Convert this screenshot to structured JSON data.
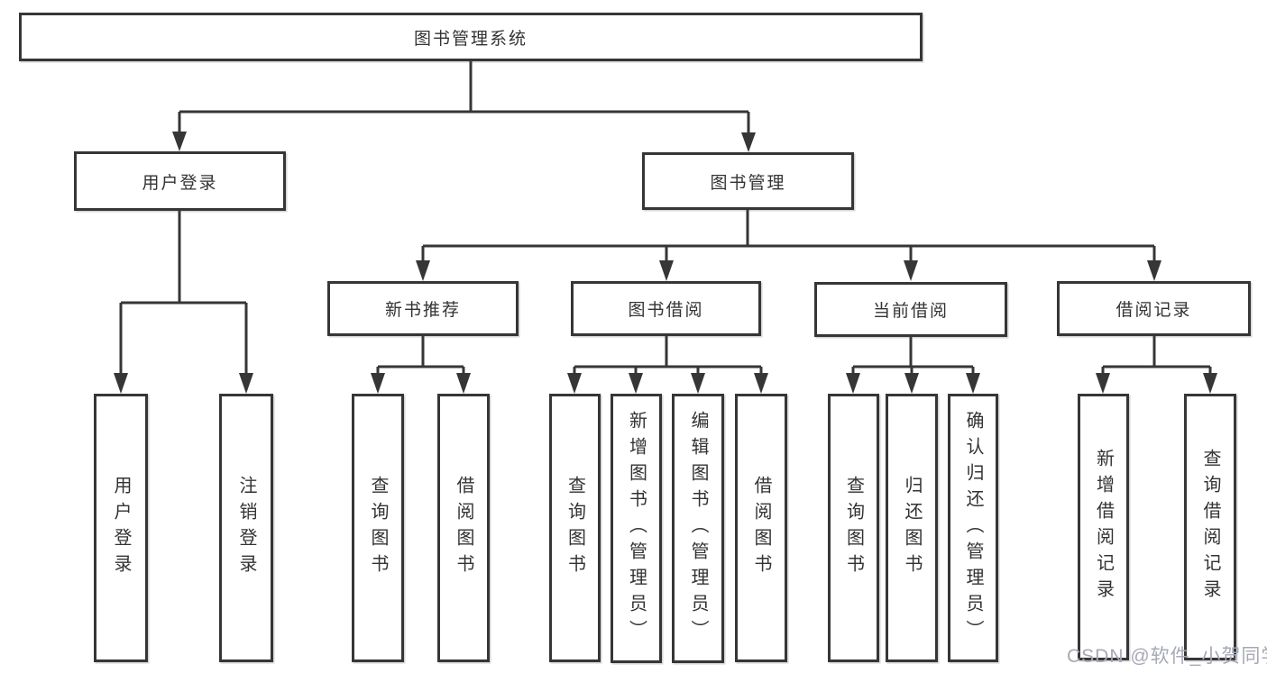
{
  "diagram": {
    "root": "图书管理系统",
    "level2": {
      "user_login": "用户登录",
      "book_mgmt": "图书管理"
    },
    "level3": {
      "new_book_rec": "新书推荐",
      "book_borrow": "图书借阅",
      "current_borrow": "当前借阅",
      "borrow_records": "借阅记录"
    },
    "leaves": {
      "user_login": "用户登录",
      "logout": "注销登录",
      "nbr_query_book": "查询图书",
      "nbr_borrow_book": "借阅图书",
      "bb_query_book": "查询图书",
      "bb_add_book": "新增图书（管理员）",
      "bb_edit_book": "编辑图书（管理员）",
      "bb_borrow_book": "借阅图书",
      "cb_query_book": "查询图书",
      "cb_return_book": "归还图书",
      "cb_confirm_return": "确认归还（管理员）",
      "br_add_record": "新增借阅记录",
      "br_query_record": "查询借阅记录"
    }
  },
  "watermark": "CSDN @软件_小贺同学",
  "colors": {
    "line": "#363636",
    "text": "#333333",
    "box_bg": "#ffffff",
    "watermark": "#a6a9b5"
  }
}
